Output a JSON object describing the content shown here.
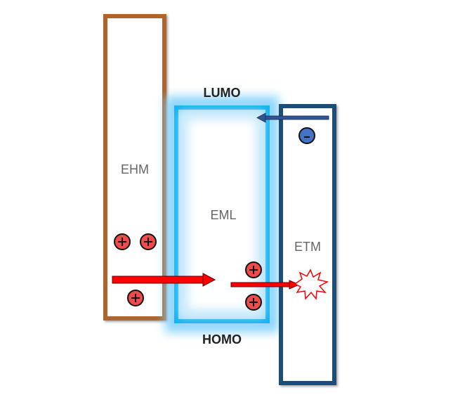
{
  "labels": {
    "lumo": "LUMO",
    "homo": "HOMO",
    "ehm": "EHM",
    "eml": "EML",
    "etm": "ETM",
    "hole_sign": "+",
    "electron_sign": "-"
  },
  "colors": {
    "ehm": "#b0642a",
    "eml": "#12b2ef",
    "etm": "#1f4e79",
    "hole": "#f04b4b",
    "electron": "#4472c4",
    "arrow": "#ff0000"
  }
}
